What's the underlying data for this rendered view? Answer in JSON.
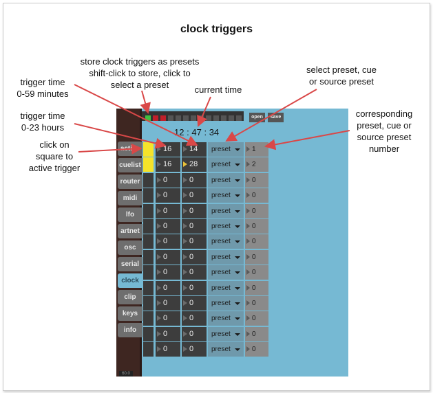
{
  "title": "clock triggers",
  "annotations": {
    "store_presets": "store clock triggers as presets\nshift-click to store, click to\nselect a preset",
    "select_preset": "select preset, cue\nor source preset",
    "current_time": "current time",
    "trigger_minutes": "trigger time\n0-59 minutes",
    "trigger_hours": "trigger time\n0-23 hours",
    "click_square": "click on\nsquare to\nactive trigger",
    "corresponding": "corresponding\npreset, cue or\nsource preset\nnumber"
  },
  "sidebar": {
    "items": [
      "active",
      "cuelist",
      "router",
      "midi",
      "lfo",
      "artnet",
      "osc",
      "serial",
      "clock",
      "clip",
      "keys",
      "info"
    ],
    "selected": "clock",
    "footer": "60.0"
  },
  "toolbar": {
    "open_label": "open",
    "save_label": "save"
  },
  "clock_display": {
    "hours": "12",
    "sep1": ":",
    "minutes": "47",
    "sep2": ":",
    "seconds": "34"
  },
  "rows": [
    {
      "active": true,
      "hours": "16",
      "minutes": "14",
      "type": "preset",
      "number": "1"
    },
    {
      "active": true,
      "hours": "16",
      "minutes": "28",
      "type": "preset",
      "number": "2"
    },
    {
      "active": false,
      "hours": "0",
      "minutes": "0",
      "type": "preset",
      "number": "0"
    },
    {
      "active": false,
      "hours": "0",
      "minutes": "0",
      "type": "preset",
      "number": "0"
    },
    {
      "active": false,
      "hours": "0",
      "minutes": "0",
      "type": "preset",
      "number": "0"
    },
    {
      "active": false,
      "hours": "0",
      "minutes": "0",
      "type": "preset",
      "number": "0"
    },
    {
      "active": false,
      "hours": "0",
      "minutes": "0",
      "type": "preset",
      "number": "0"
    },
    {
      "active": false,
      "hours": "0",
      "minutes": "0",
      "type": "preset",
      "number": "0"
    },
    {
      "active": false,
      "hours": "0",
      "minutes": "0",
      "type": "preset",
      "number": "0"
    },
    {
      "active": false,
      "hours": "0",
      "minutes": "0",
      "type": "preset",
      "number": "0"
    },
    {
      "active": false,
      "hours": "0",
      "minutes": "0",
      "type": "preset",
      "number": "0"
    },
    {
      "active": false,
      "hours": "0",
      "minutes": "0",
      "type": "preset",
      "number": "0"
    },
    {
      "active": false,
      "hours": "0",
      "minutes": "0",
      "type": "preset",
      "number": "0"
    },
    {
      "active": false,
      "hours": "0",
      "minutes": "0",
      "type": "preset",
      "number": "0"
    }
  ],
  "colors": {
    "panel_bg": "#76b9d3",
    "sidebar_bg": "#3e2621",
    "active_square": "#f5e32a",
    "preset_green": "#3fbf3f",
    "preset_red": "#c0202a",
    "arrow": "#d94848"
  }
}
